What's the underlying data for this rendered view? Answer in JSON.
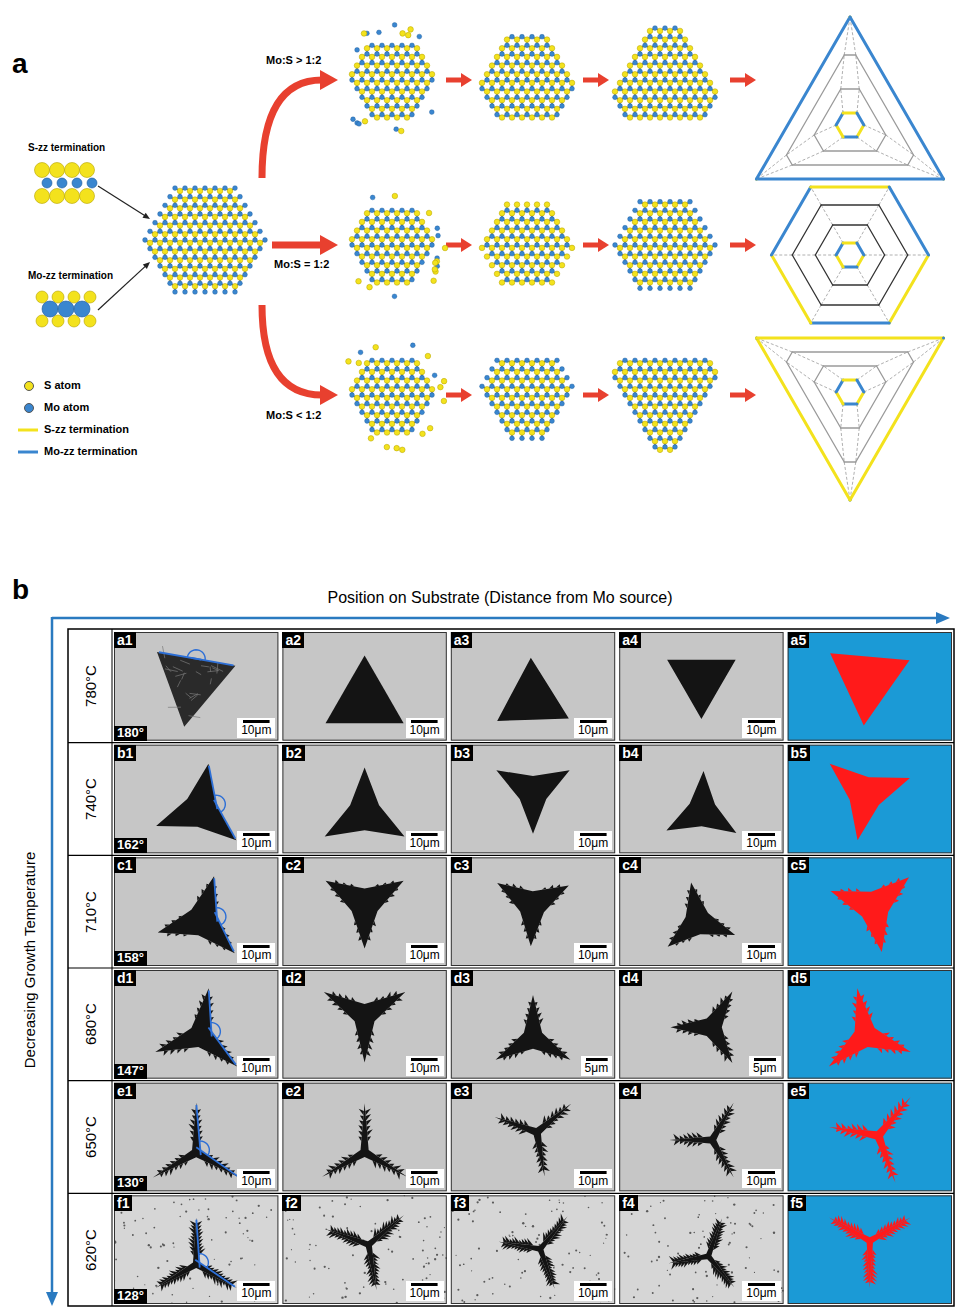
{
  "diagram": {
    "nodes": [
      {
        "text": [
          "a1",
          "180°",
          "10μm"
        ]
      },
      {
        "text": [
          "a2",
          "10μm"
        ]
      },
      {
        "text": [
          "a3",
          "10μm"
        ]
      },
      {
        "text": [
          "a4",
          "10μm"
        ]
      },
      {
        "text": [
          "a5"
        ]
      },
      {
        "text": [
          "b1",
          "162°",
          "10μm"
        ]
      },
      {
        "text": [
          "b2",
          "10μm"
        ]
      },
      {
        "text": [
          "b3",
          "10μm"
        ]
      },
      {
        "text": [
          "b4",
          "10μm"
        ]
      },
      {
        "text": [
          "b5"
        ]
      },
      {
        "text": [
          "c1",
          "158°",
          "10μm"
        ]
      },
      {
        "text": [
          "c2",
          "10μm"
        ]
      },
      {
        "text": [
          "c3",
          "10μm"
        ]
      },
      {
        "text": [
          "c4",
          "10μm"
        ]
      },
      {
        "text": [
          "c5"
        ]
      },
      {
        "text": [
          "d1",
          "147°",
          "10μm"
        ]
      },
      {
        "text": [
          "d2",
          "10μm"
        ]
      },
      {
        "text": [
          "d3",
          "5μm"
        ]
      },
      {
        "text": [
          "d4",
          "5μm"
        ]
      },
      {
        "text": [
          "d5"
        ]
      },
      {
        "text": [
          "e1",
          "130°",
          "10μm"
        ]
      },
      {
        "text": [
          "e2",
          "10μm"
        ]
      },
      {
        "text": [
          "e3",
          "10μm"
        ]
      },
      {
        "text": [
          "e4",
          "10μm"
        ]
      },
      {
        "text": [
          "e5"
        ]
      },
      {
        "text": [
          "f1",
          "128°",
          "10μm"
        ]
      },
      {
        "text": [
          "f2",
          "10μm"
        ]
      },
      {
        "text": [
          "f3",
          "10μm"
        ]
      },
      {
        "text": [
          "f4",
          "10μm"
        ]
      },
      {
        "text": [
          "f5"
        ]
      }
    ],
    "labels": [
      "a",
      "S-zz termination",
      "Mo-zz termination",
      "Mo:S > 1:2",
      "Mo:S = 1:2",
      "Mo:S < 1:2",
      "b",
      "Position on Substrate (Distance from Mo source)",
      "Decreasing Growth Temperature",
      "780°C",
      "740°C",
      "710°C",
      "680°C",
      "650°C",
      "620°C"
    ],
    "legend": [
      {
        "text": "S atom",
        "color": "#f3e21d"
      },
      {
        "text": "Mo atom",
        "color": "#3a86cf"
      },
      {
        "text": "S-zz termination"
      },
      {
        "text": "Mo-zz termination"
      }
    ]
  }
}
